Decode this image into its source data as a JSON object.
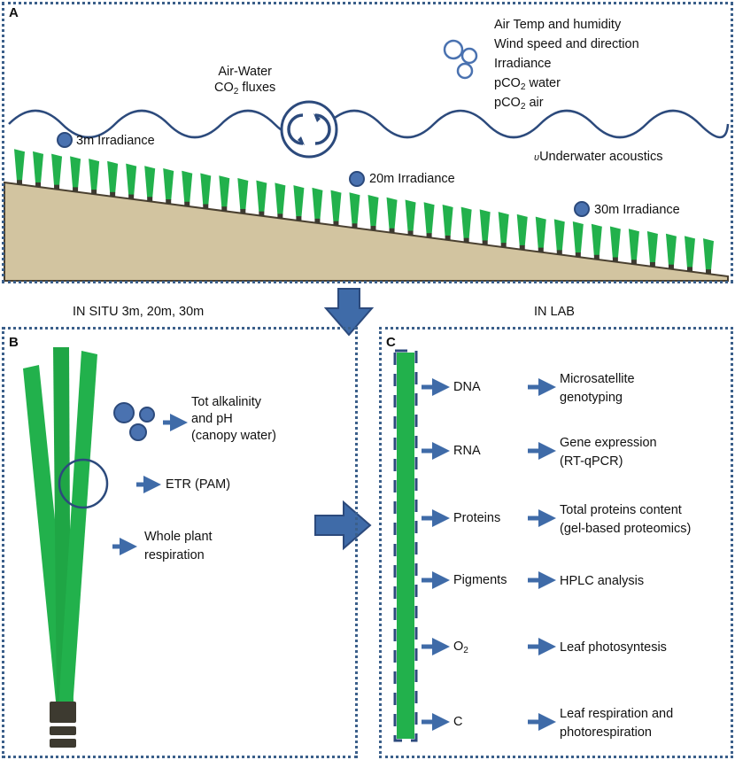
{
  "panel_a": {
    "label": "A",
    "air_water_line1": "Air-Water",
    "air_water_co2": "CO",
    "air_water_co2_sub": "2",
    "air_water_fluxes": " fluxes",
    "sensors": [
      "Air Temp and humidity",
      "Wind speed and direction",
      "Irradiance"
    ],
    "pco2_water_a": "pCO",
    "pco2_water_sub": "2",
    "pco2_water_b": " water",
    "pco2_air_a": "pCO",
    "pco2_air_sub": "2",
    "pco2_air_b": " air",
    "irr_3m": "3m Irradiance",
    "irr_20m": "20m Irradiance",
    "irr_30m": "30m Irradiance",
    "acoustics_symbol": "υ",
    "acoustics": "Underwater acoustics"
  },
  "in_situ_title": "IN SITU 3m, 20m, 30m",
  "in_lab_title": "IN LAB",
  "panel_b": {
    "label": "B",
    "alkalinity_1": "Tot alkalinity",
    "alkalinity_2": "and pH",
    "alkalinity_3": "(canopy water)",
    "etr": "ETR (PAM)",
    "whole_plant_1": "Whole plant",
    "whole_plant_2": "respiration"
  },
  "panel_c": {
    "label": "C",
    "rows": [
      {
        "sample": "DNA",
        "result1": "Microsatellite",
        "result2": "genotyping"
      },
      {
        "sample": "RNA",
        "result1": "Gene expression",
        "result2": "(RT-qPCR)"
      },
      {
        "sample": "Proteins",
        "result1": "Total proteins content",
        "result2": "(gel-based proteomics)"
      },
      {
        "sample": "Pigments",
        "result1": "HPLC analysis",
        "result2": ""
      },
      {
        "sample": "O",
        "sample_sub": "2",
        "result1": "Leaf photosyntesis",
        "result2": ""
      },
      {
        "sample": "C",
        "result1": "Leaf respiration and",
        "result2": "photorespiration"
      }
    ]
  },
  "colors": {
    "border": "#3b5f8a",
    "wave": "#2c4a7c",
    "bubble": "#4a72b0",
    "leaf": "#22b14c",
    "seabed": "#d2c4a0",
    "arrow": "#3f6ba8",
    "rhizome": "#3d3a30"
  }
}
